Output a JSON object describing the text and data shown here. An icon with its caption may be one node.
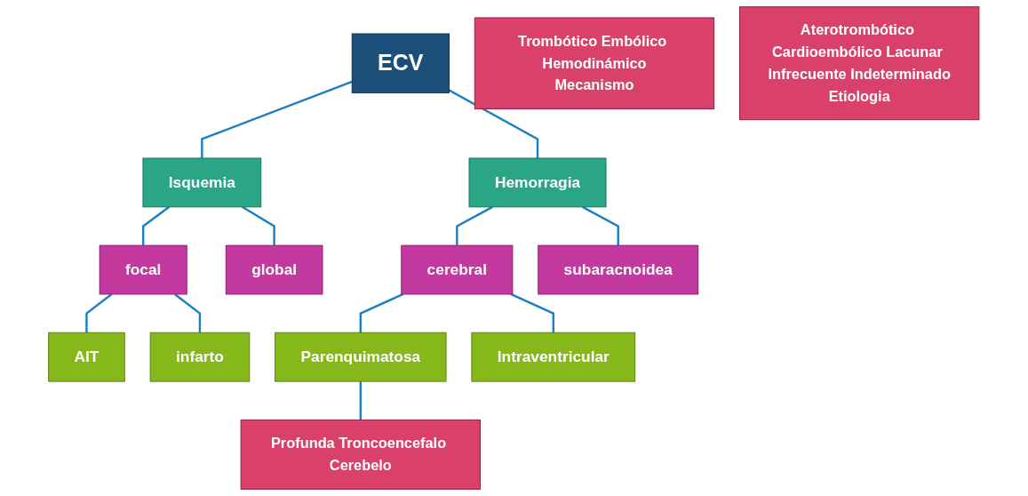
{
  "diagram": {
    "nodes": [
      {
        "text": [
          "ECV"
        ]
      },
      {
        "text": [
          "Isquemia"
        ]
      },
      {
        "text": [
          "Hemorragia"
        ]
      },
      {
        "text": [
          "focal"
        ]
      },
      {
        "text": [
          "global"
        ]
      },
      {
        "text": [
          "cerebral"
        ]
      },
      {
        "text": [
          "subaracnoidea"
        ]
      },
      {
        "text": [
          "AIT"
        ]
      },
      {
        "text": [
          "infarto"
        ]
      },
      {
        "text": [
          "Parenquimatosa"
        ]
      },
      {
        "text": [
          "Intraventricular"
        ]
      },
      {
        "text": [
          "Profunda Troncoencefalo Cerebelo"
        ]
      },
      {
        "text": [
          "Trombótico Embólico Hemodinámico",
          "Mecanismo"
        ]
      },
      {
        "text": [
          "Aterotrombótico Cardioembólico Lacunar Infrecuente Indeterminado",
          "Etiologia"
        ]
      }
    ],
    "edges": [
      {
        "from": 0,
        "to": 1,
        "arrow": "none"
      },
      {
        "from": 0,
        "to": 2,
        "arrow": "none"
      },
      {
        "from": 1,
        "to": 3,
        "arrow": "none"
      },
      {
        "from": 1,
        "to": 4,
        "arrow": "none"
      },
      {
        "from": 3,
        "to": 7,
        "arrow": "none"
      },
      {
        "from": 3,
        "to": 8,
        "arrow": "none"
      },
      {
        "from": 2,
        "to": 5,
        "arrow": "none"
      },
      {
        "from": 2,
        "to": 6,
        "arrow": "none"
      },
      {
        "from": 5,
        "to": 9,
        "arrow": "none"
      },
      {
        "from": 5,
        "to": 10,
        "arrow": "none"
      },
      {
        "from": 9,
        "to": 11,
        "arrow": "none"
      }
    ]
  }
}
